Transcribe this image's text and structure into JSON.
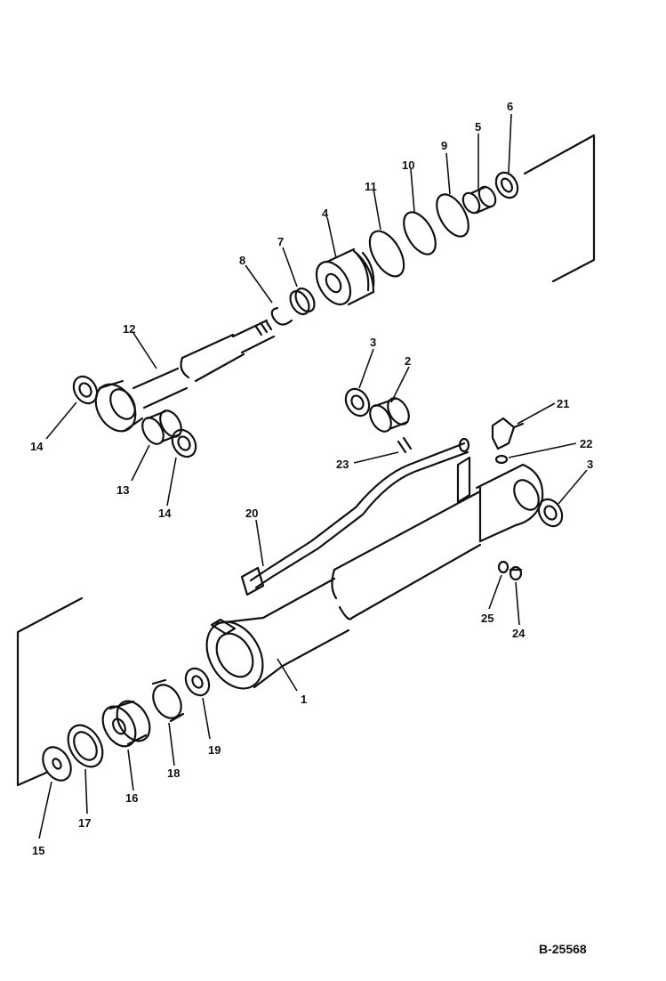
{
  "drawing": {
    "doc_code": "B-25568",
    "labels": {
      "p1": "1",
      "p2": "2",
      "p3a": "3",
      "p3b": "3",
      "p4": "4",
      "p5": "5",
      "p6": "6",
      "p7": "7",
      "p8": "8",
      "p9": "9",
      "p10": "10",
      "p11": "11",
      "p12": "12",
      "p13": "13",
      "p14a": "14",
      "p14b": "14",
      "p15": "15",
      "p16": "16",
      "p17": "17",
      "p18": "18",
      "p19": "19",
      "p20": "20",
      "p21": "21",
      "p22": "22",
      "p23": "23",
      "p24": "24",
      "p25": "25"
    }
  }
}
